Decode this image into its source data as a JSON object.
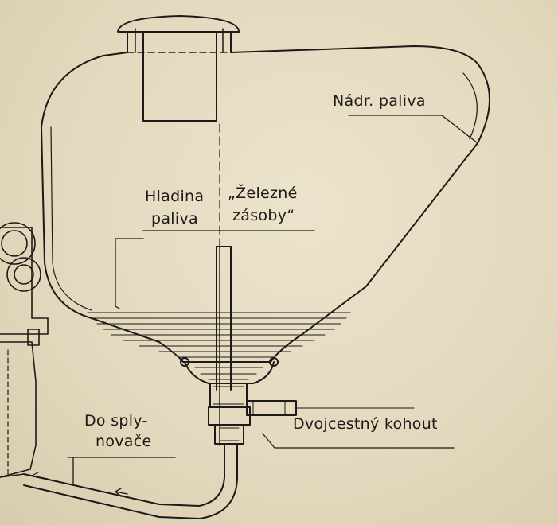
{
  "labels": {
    "tank": "Nádr. paliva",
    "level_line1": "Hladina",
    "level_line2": "paliva",
    "reserve_line1": "„Železné",
    "reserve_line2": "zásoby“",
    "carburetor_line1": "Do sply-",
    "carburetor_line2": "novače",
    "valve": "Dvojcestný kohout"
  },
  "colors": {
    "paper": "#e6dcc4",
    "ink": "#1d1a17"
  }
}
